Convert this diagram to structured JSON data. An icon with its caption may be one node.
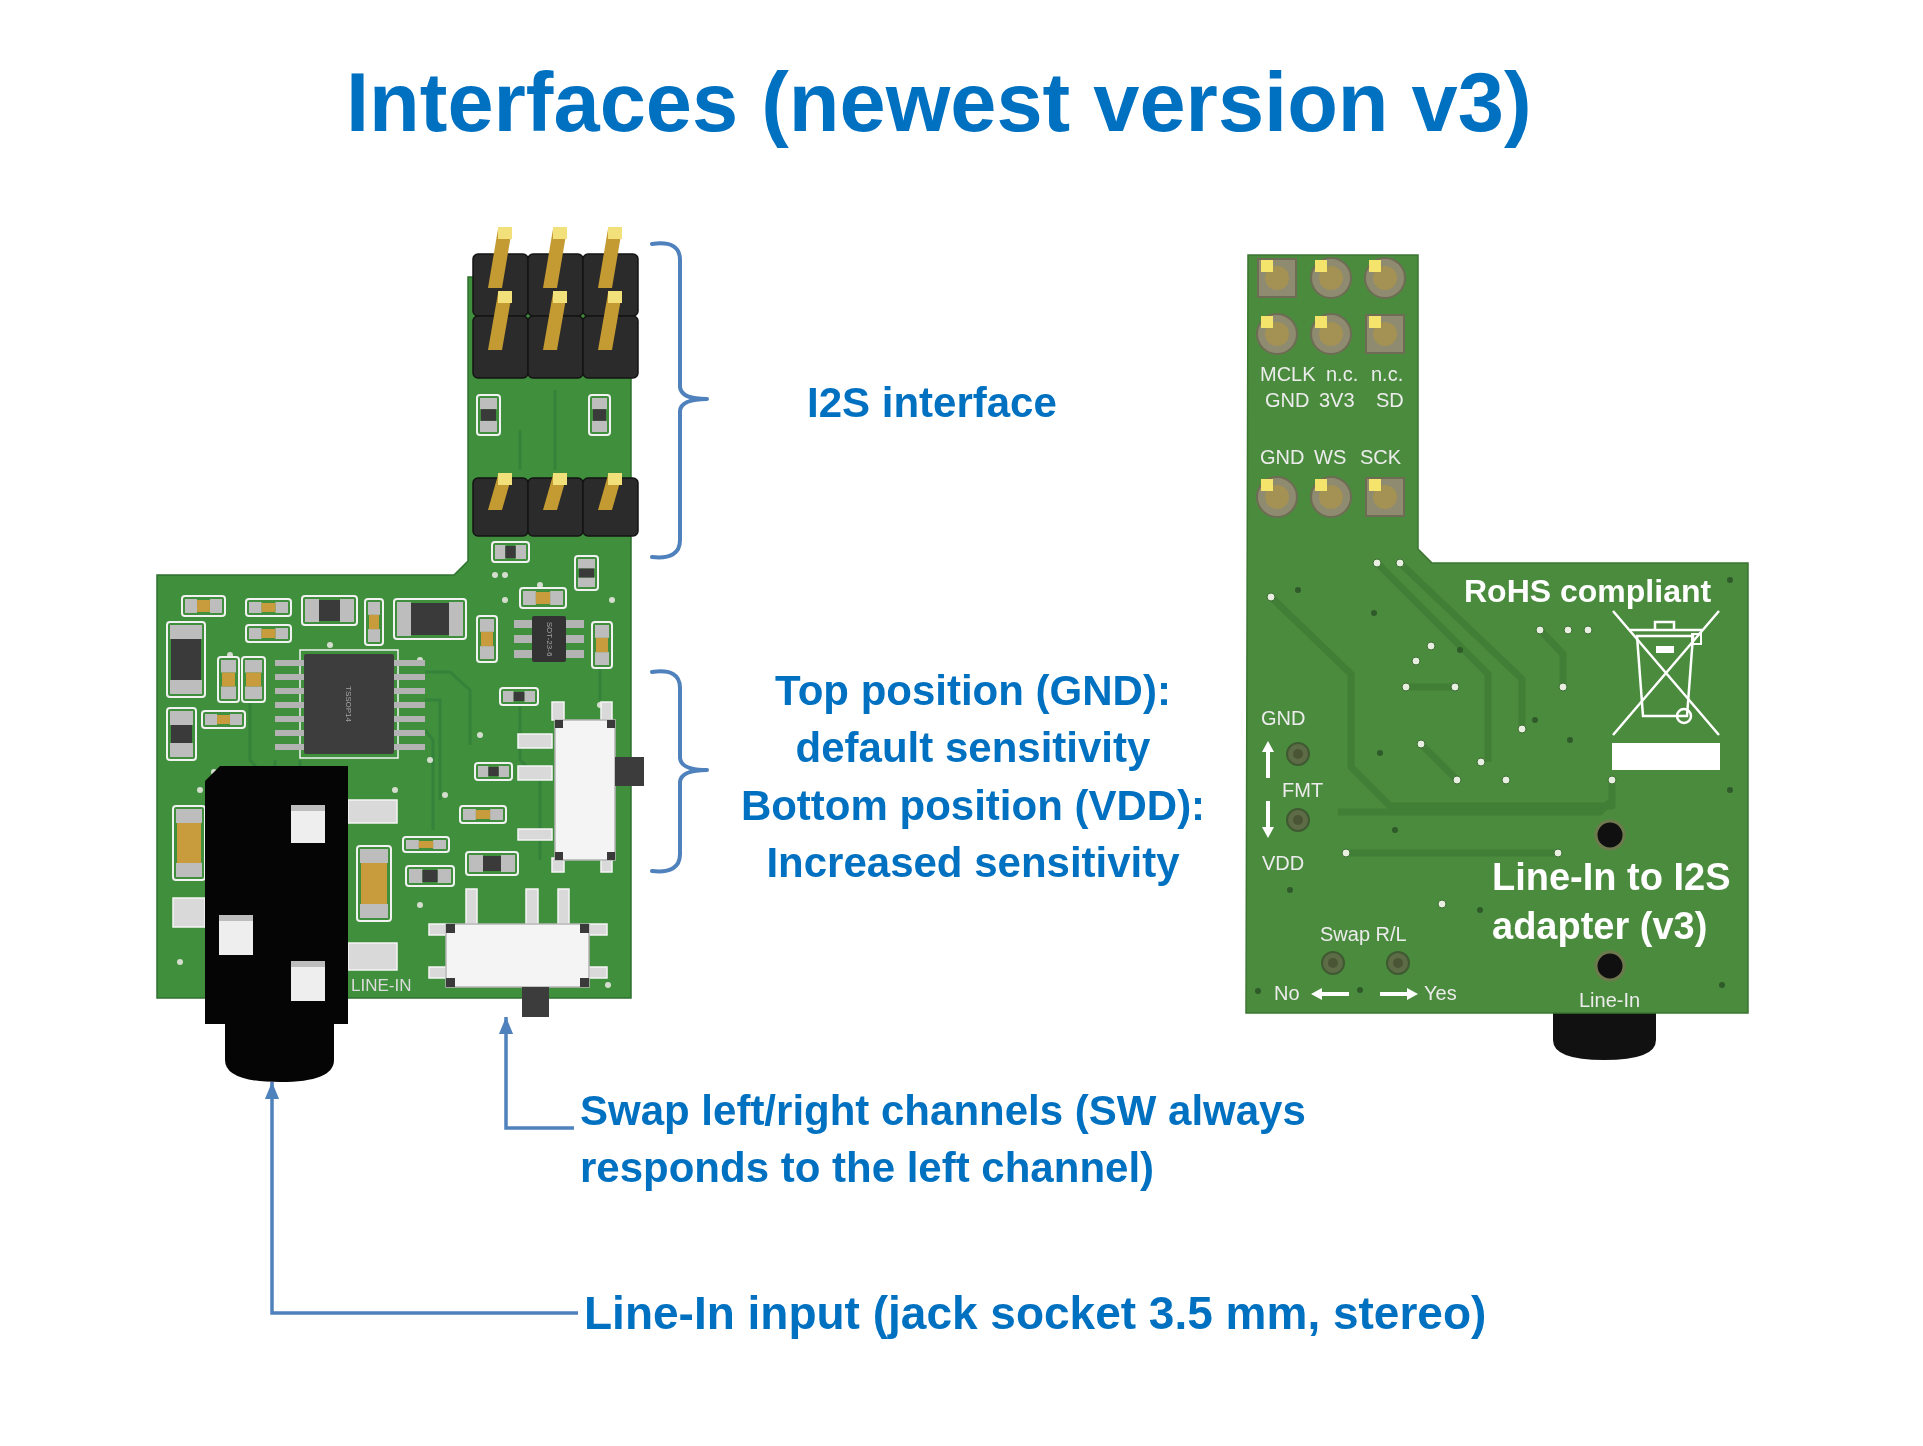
{
  "diagram": {
    "title": "Interfaces (newest version v3)",
    "nodes": [
      {
        "text": [],
        "shape": "picture"
      },
      {
        "text": [],
        "shape": "picture"
      },
      {
        "text": [
          "Swap left/right channels (SW always responds to the left channel)"
        ]
      },
      {
        "text": [
          "Line-In input (jack socket 3.5 mm, stereo)"
        ]
      }
    ],
    "edges": [
      {
        "from": 2,
        "to": 1,
        "arrow": "to"
      },
      {
        "from": 3,
        "to": 0,
        "arrow": "to"
      }
    ],
    "labels": [
      "TSSOP14",
      "SOT-23-6",
      "LINE-IN",
      "I2S interface",
      "Top position (GND): default sensitivity",
      "Bottom position (VDD): Increased sensitivity",
      "MCLK",
      "n.c.",
      "n.c.",
      "GND",
      "3V3",
      "SD",
      "GND",
      "WS",
      "SCK",
      "RoHS compliant",
      "GND",
      "FMT",
      "VDD",
      "Line-In to I2S adapter (v3)",
      "Swap R/L",
      "No",
      "Yes",
      "Line-In"
    ]
  }
}
